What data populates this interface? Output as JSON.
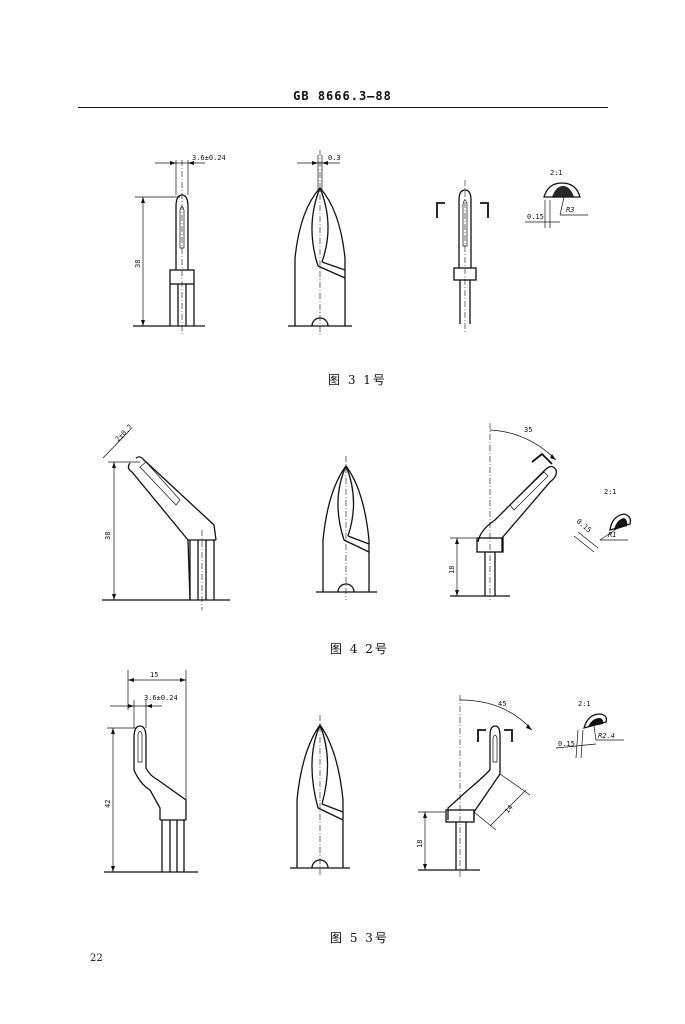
{
  "header": {
    "standard": "GB 8666.3—88"
  },
  "figures": [
    {
      "caption": "图 3   1号",
      "dimensions": {
        "width": "3.6±0.24",
        "height": "38",
        "tip": "0.3",
        "scale": "2:1",
        "edge": "0.15",
        "radius": "R3"
      }
    },
    {
      "caption": "图 4   2号",
      "dimensions": {
        "width": "2±0.2",
        "height": "38",
        "angle": "35",
        "height_short": "18",
        "scale": "2:1",
        "edge": "0.15",
        "radius": "R1"
      }
    },
    {
      "caption": "图 5   3号",
      "dimensions": {
        "overall": "15",
        "width": "3.6±0.24",
        "height": "42",
        "angle": "45",
        "height_short": "18",
        "length": "14",
        "scale": "2:1",
        "edge": "0.15",
        "radius": "R2.4"
      }
    }
  ],
  "page_number": "22"
}
